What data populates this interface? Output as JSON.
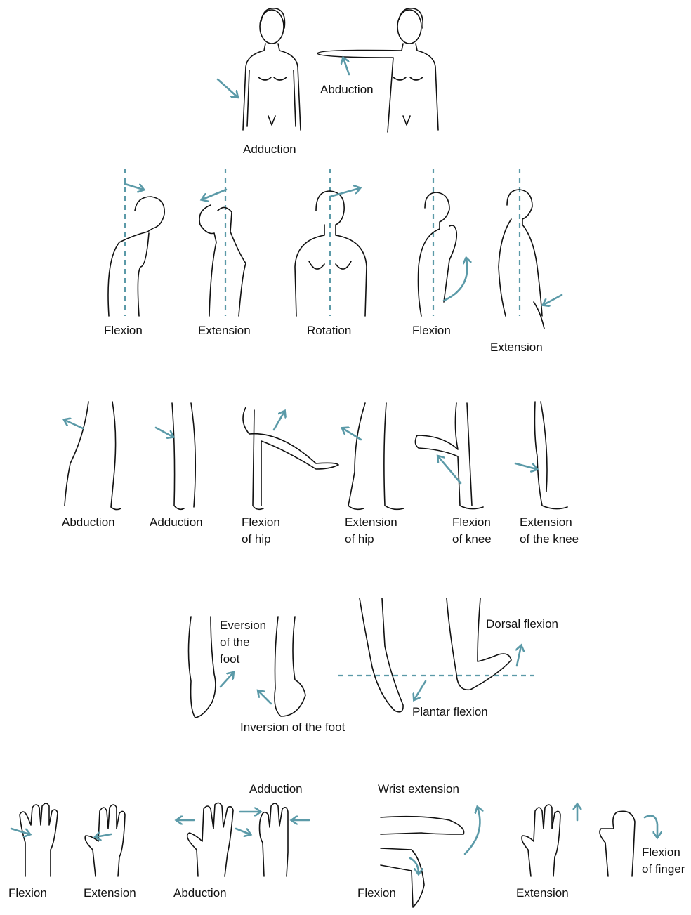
{
  "colors": {
    "arrow": "#5b9aa8",
    "outline": "#111111",
    "background": "#ffffff"
  },
  "icons": {
    "woman-standing-icon": "standing female figure outline",
    "arm-raised-icon": "female figure with arm raised sideways",
    "head-profile-icon": "female head and torso in profile",
    "leg-icon": "leg outline",
    "foot-icon": "foot and lower leg outline",
    "hand-icon": "open hand outline",
    "fist-icon": "curled fingers outline",
    "motion-arrow-icon": "teal movement arrow"
  },
  "labels": {
    "shoulder_adduction": "Adduction",
    "shoulder_abduction": "Abduction",
    "neck_flexion": "Flexion",
    "neck_extension": "Extension",
    "neck_rotation": "Rotation",
    "elbow_flexion": "Flexion",
    "elbow_extension": "Extension",
    "hip_abduction": "Abduction",
    "hip_adduction": "Adduction",
    "hip_flexion_l1": "Flexion",
    "hip_flexion_l2": "of hip",
    "hip_extension_l1": "Extension",
    "hip_extension_l2": "of hip",
    "knee_flexion_l1": "Flexion",
    "knee_flexion_l2": "of knee",
    "knee_extension_l1": "Extension",
    "knee_extension_l2": "of the knee",
    "foot_eversion_l1": "Eversion",
    "foot_eversion_l2": "of the",
    "foot_eversion_l3": "foot",
    "foot_inversion": "Inversion of the foot",
    "dorsal_flexion": "Dorsal flexion",
    "plantar_flexion": "Plantar flexion",
    "finger_adduction": "Adduction",
    "wrist_extension": "Wrist extension",
    "hand_flexion": "Flexion",
    "hand_extension": "Extension",
    "hand_abduction": "Abduction",
    "wrist_flexion": "Flexion",
    "finger_extension": "Extension",
    "finger_flexion_l1": "Flexion",
    "finger_flexion_l2": "of finger"
  }
}
